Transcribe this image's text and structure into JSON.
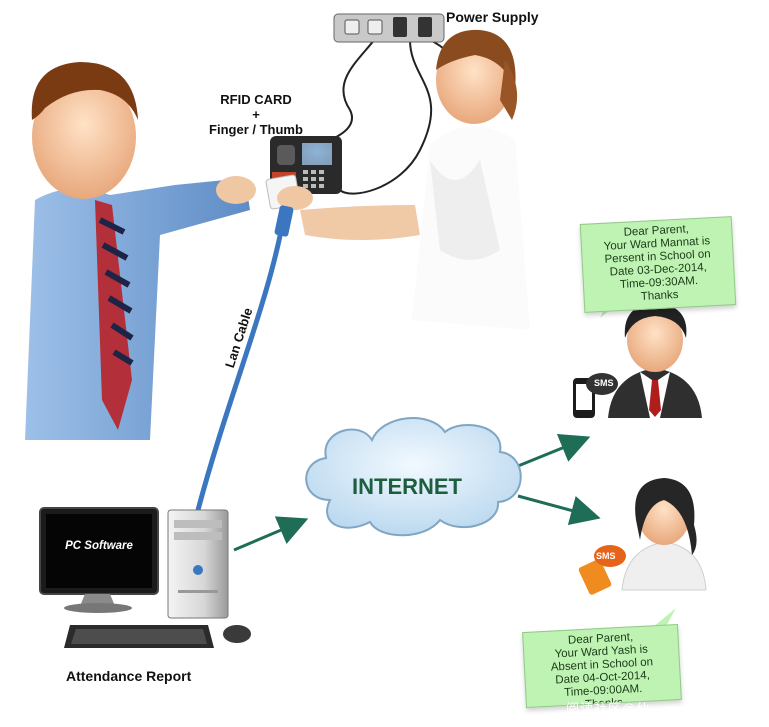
{
  "labels": {
    "power_supply": "Power Supply",
    "rfid_line1": "RFID CARD",
    "rfid_line2": "+",
    "rfid_line3": "Finger / Thumb",
    "lan_cable": "Lan Cable",
    "internet": "INTERNET",
    "pc_software": "PC Software",
    "attendance_report": "Attendance Report",
    "sms_top": "SMS",
    "sms_bottom": "SMS",
    "watermark": "阅读社区@仙"
  },
  "messages": {
    "top": [
      "Dear Parent,",
      "Your Ward Mannat is",
      "Persent in School on",
      "Date 03-Dec-2014,",
      "Time-09:30AM.",
      "Thanks"
    ],
    "bottom": [
      "Dear Parent,",
      "Your Ward Yash is",
      "Absent in School on",
      "Date 04-Oct-2014,",
      "Time-09:00AM.",
      "Thanks"
    ]
  },
  "colors": {
    "bubble_fill": "#bff3b3",
    "cable_blue": "#3a77c0",
    "arrow_teal": "#1f6d57",
    "cloud_fill": "#cfe6f7",
    "internet_text": "#1d5e3f"
  },
  "icons": [
    "power-strip-icon",
    "rfid-reader-icon",
    "boy-figure",
    "woman-figure",
    "cloud-icon",
    "monitor-icon",
    "cpu-tower-icon",
    "keyboard-icon",
    "mouse-icon",
    "man-avatar-icon",
    "woman-avatar-icon",
    "phone-icon"
  ]
}
